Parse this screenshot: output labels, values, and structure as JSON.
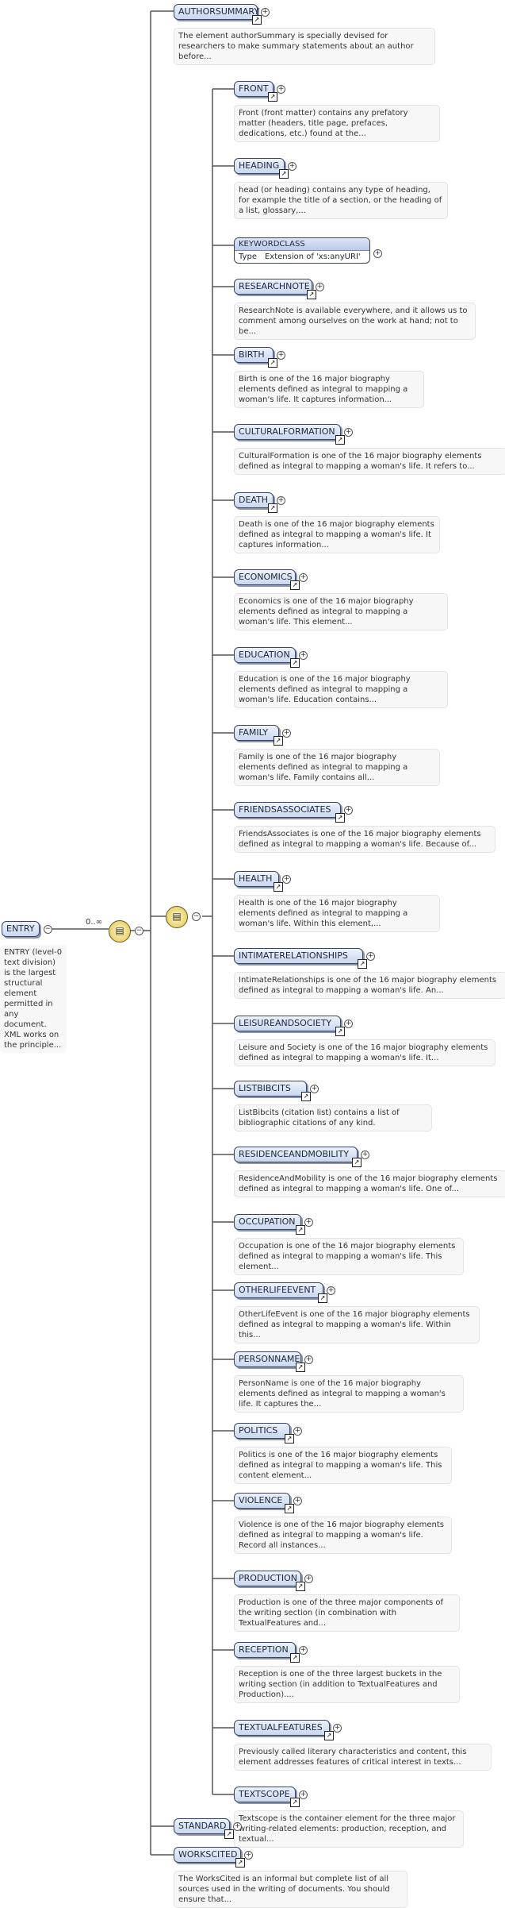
{
  "root": {
    "name": "ENTRY",
    "description": "ENTRY (level-0 text division) is the largest structural element permitted in any document. XML works on the principle...",
    "cardinality": "0..∞"
  },
  "top_children": [
    {
      "name": "AUTHORSUMMARY",
      "description": "The element authorSummary is specially devised for researchers to make summary statements about an author before..."
    }
  ],
  "sequence_children": [
    {
      "name": "FRONT",
      "description": "Front (front matter) contains any prefatory matter (headers, title page, prefaces, dedications, etc.) found at the..."
    },
    {
      "name": "HEADING",
      "description": "head (or heading) contains any type of heading, for example the title of a section, or the heading of a list, glossary,..."
    },
    {
      "name": "KEYWORDCLASS",
      "complex": true,
      "type_label": "Type",
      "type_value": "Extension of 'xs:anyURI'"
    },
    {
      "name": "RESEARCHNOTE",
      "description": "ResearchNote is available everywhere, and it allows us to comment among ourselves on the work at hand; not to be..."
    },
    {
      "name": "BIRTH",
      "description": "Birth is one of the 16 major biography elements defined as integral to mapping a woman's life. It captures information..."
    },
    {
      "name": "CULTURALFORMATION",
      "description": "CulturalFormation is one of the 16 major biography elements defined as integral to mapping a woman's life. It refers to..."
    },
    {
      "name": "DEATH",
      "description": "Death is one of the 16 major biography elements defined as integral to mapping a woman's life. It captures information..."
    },
    {
      "name": "ECONOMICS",
      "description": "Economics is one of the 16 major biography elements defined as integral to mapping a woman's life. This element..."
    },
    {
      "name": "EDUCATION",
      "description": "Education is one of the 16 major biography elements defined as integral to mapping a woman's life. Education contains..."
    },
    {
      "name": "FAMILY",
      "description": "Family is one of the 16 major biography elements defined as integral to mapping a woman's life. Family contains all..."
    },
    {
      "name": "FRIENDSASSOCIATES",
      "description": "FriendsAssociates is one of the 16 major biography elements defined as integral to mapping a woman's life. Because of..."
    },
    {
      "name": "HEALTH",
      "description": "Health is one of the 16 major biography elements defined as integral to mapping a woman's life. Within this element,..."
    },
    {
      "name": "INTIMATERELATIONSHIPS",
      "description": "IntimateRelationships is one of the 16 major biography elements defined as integral to mapping a woman's life. An..."
    },
    {
      "name": "LEISUREANDSOCIETY",
      "description": "Leisure and Society is one of the 16 major biography elements defined as integral to mapping a woman's life. It..."
    },
    {
      "name": "LISTBIBCITS",
      "description": "ListBibcits (citation list) contains a list of bibliographic citations of any kind."
    },
    {
      "name": "RESIDENCEANDMOBILITY",
      "description": "ResidenceAndMobility is one of the 16 major biography elements defined as integral to mapping a woman's life. One of..."
    },
    {
      "name": "OCCUPATION",
      "description": "Occupation is one of the 16 major biography elements defined as integral to mapping a woman's life. This element..."
    },
    {
      "name": "OTHERLIFEEVENT",
      "description": "OtherLifeEvent is one of the 16 major biography elements defined as integral to mapping a woman's life. Within this..."
    },
    {
      "name": "PERSONNAME",
      "description": "PersonName is one of the 16 major biography elements defined as integral to mapping a woman's life. It captures the..."
    },
    {
      "name": "POLITICS",
      "description": "Politics is one of the 16 major biography elements defined as integral to mapping a woman's life. This content element..."
    },
    {
      "name": "VIOLENCE",
      "description": "Violence is one of the 16 major biography elements defined as integral to mapping a woman's life. Record all instances..."
    },
    {
      "name": "PRODUCTION",
      "description": "Production is one of the three major components of the writing section (in combination with TextualFeatures and..."
    },
    {
      "name": "RECEPTION",
      "description": "Reception is one of the three largest buckets in the writing section (in addition to TextualFeatures and Production)...."
    },
    {
      "name": "TEXTUALFEATURES",
      "description": "Previously called literary characteristics and content, this element addresses features of critical interest in texts..."
    },
    {
      "name": "TEXTSCOPE",
      "description": "Textscope is the container element for the three major writing-related elements: production, reception, and textual..."
    }
  ],
  "bottom_children": [
    {
      "name": "STANDARD"
    },
    {
      "name": "WORKSCITED",
      "description": "The WorksCited is an informal but complete list of all sources used in the writing of documents. You should ensure that..."
    }
  ]
}
